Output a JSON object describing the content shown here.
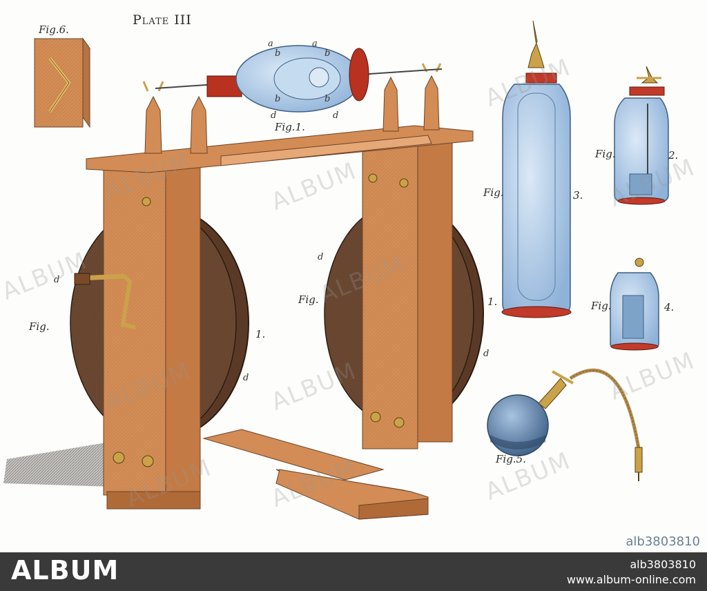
{
  "plate": {
    "title": "Plate III",
    "figures": {
      "fig1": "Fig.1.",
      "fig1_left": "Fig.",
      "fig1_left_num": "1.",
      "fig1_right": "Fig.",
      "fig1_right_num": "1.",
      "fig2": "Fig.",
      "fig2_num": "2.",
      "fig3": "Fig.",
      "fig3_num": "3.",
      "fig4": "Fig.",
      "fig4_num": "4.",
      "fig5": "Fig.5.",
      "fig6": "Fig.6."
    },
    "letters": [
      "a",
      "a",
      "b",
      "b",
      "b",
      "b",
      "d",
      "d",
      "d",
      "d",
      "d",
      "d"
    ]
  },
  "watermark": {
    "text": "ALBUM"
  },
  "stock_id": "alb3803810",
  "footer": {
    "brand": "ALBUM",
    "code": "alb3803810",
    "site": "www.album-online.com"
  },
  "colors": {
    "wood": "#d38c55",
    "wood_dark": "#b06a38",
    "disc": "#6e4a33",
    "glass": "#a9c8e8",
    "glass_edge": "#4e6f94",
    "cap": "#c23a2a",
    "brass": "#c9a24a",
    "footer_bg": "#3a3a3a"
  }
}
